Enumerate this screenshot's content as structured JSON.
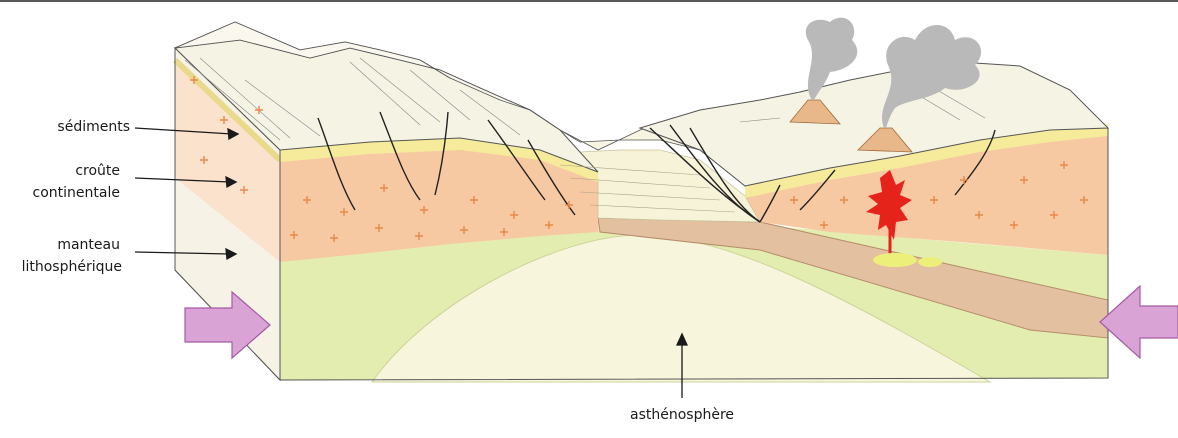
{
  "labels": {
    "sediments": "sédiments",
    "crust_line1": "croûte",
    "crust_line2": "continentale",
    "mantle_line1": "manteau",
    "mantle_line2": "lithosphérique",
    "asthenosphere": "asthénosphère"
  },
  "icons": {
    "left_arrow": "compression-arrow-right",
    "right_arrow": "compression-arrow-left",
    "volcano": "volcano-plume",
    "magma": "magma-chamber"
  },
  "colors": {
    "sediment_layer": "#f5eb9a",
    "crust": "#f6c9a3",
    "crust_cross": "#e8894a",
    "lithospheric_mantle": "#e4edb0",
    "asthenosphere": "#f7f5dc",
    "subducting_slab": "#e2c0a0",
    "surface": "#f5f3e4",
    "magma": "#e5231b",
    "arrow_fill": "#d9a3d6",
    "arrow_stroke": "#a55ca3",
    "smoke": "#b9b9b9"
  }
}
